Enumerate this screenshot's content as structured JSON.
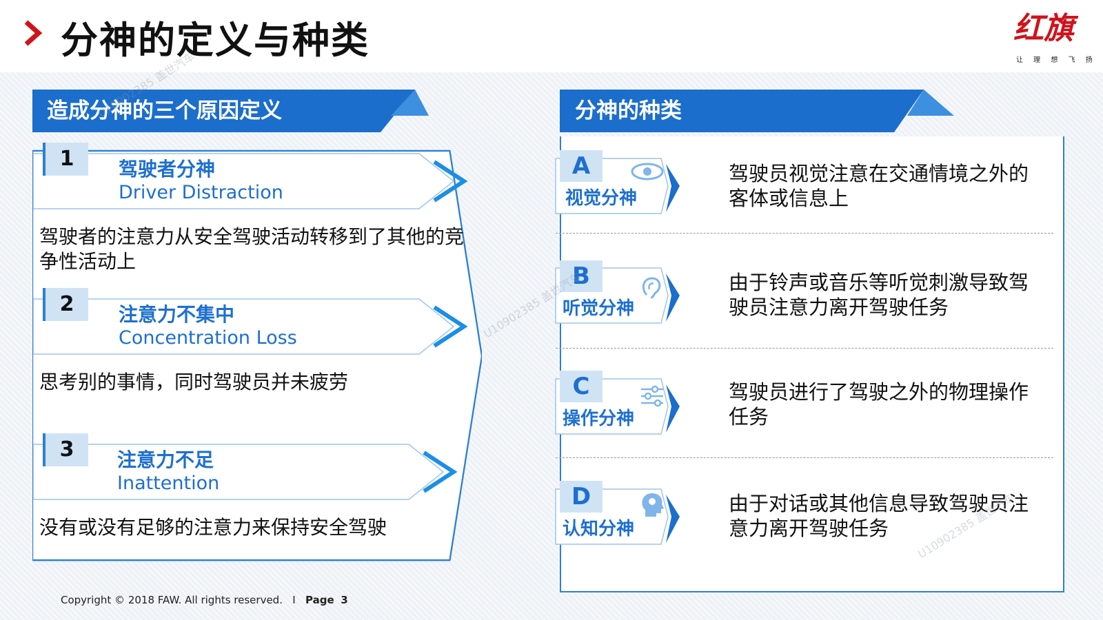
{
  "page": {
    "title": "分神的定义与种类",
    "logo": {
      "brand": "红旗",
      "slogan": "让 理 想 飞 扬"
    }
  },
  "left_panel": {
    "header": "造成分神的三个原因定义",
    "causes": [
      {
        "num": "1",
        "title_cn": "驾驶者分神",
        "title_en": "Driver Distraction",
        "desc": "驾驶者的注意力从安全驾驶活动转移到了其他的竞争性活动上"
      },
      {
        "num": "2",
        "title_cn": "注意力不集中",
        "title_en": "Concentration Loss",
        "desc": "思考别的事情，同时驾驶员并未疲劳"
      },
      {
        "num": "3",
        "title_cn": "注意力不足",
        "title_en": "Inattention",
        "desc": "没有或没有足够的注意力来保持安全驾驶"
      }
    ]
  },
  "right_panel": {
    "header": "分神的种类",
    "types": [
      {
        "letter": "A",
        "label": "视觉分神",
        "icon": "eye-icon",
        "desc": "驾驶员视觉注意在交通情境之外的客体或信息上"
      },
      {
        "letter": "B",
        "label": "听觉分神",
        "icon": "ear-icon",
        "desc": "由于铃声或音乐等听觉刺激导致驾驶员注意力离开驾驶任务"
      },
      {
        "letter": "C",
        "label": "操作分神",
        "icon": "sliders-icon",
        "desc": "驾驶员进行了驾驶之外的物理操作任务"
      },
      {
        "letter": "D",
        "label": "认知分神",
        "icon": "head-brain-icon",
        "desc": "由于对话或其他信息导致驾驶员注意力离开驾驶任务"
      }
    ]
  },
  "footer": {
    "copyright": "Copyright © 2018 FAW. All rights reserved.",
    "separator": "I",
    "page_label": "Page",
    "page_number": "3"
  },
  "watermark": "U10902385 盖世汽车",
  "colors": {
    "accent_blue": "#1d6fd0",
    "brand_red": "#d0121b",
    "light_blue": "#cfe3f5"
  }
}
